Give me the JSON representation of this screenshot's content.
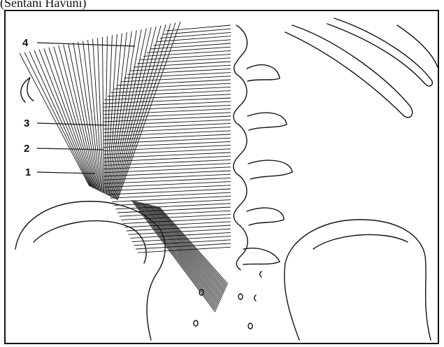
{
  "caption": "(Sentani Havuni)",
  "labels": [
    {
      "id": "4",
      "text": "4"
    },
    {
      "id": "3",
      "text": "3"
    },
    {
      "id": "2",
      "text": "2"
    },
    {
      "id": "1",
      "text": "1"
    }
  ],
  "colors": {
    "ink": "#111111",
    "paper": "#ffffff"
  }
}
